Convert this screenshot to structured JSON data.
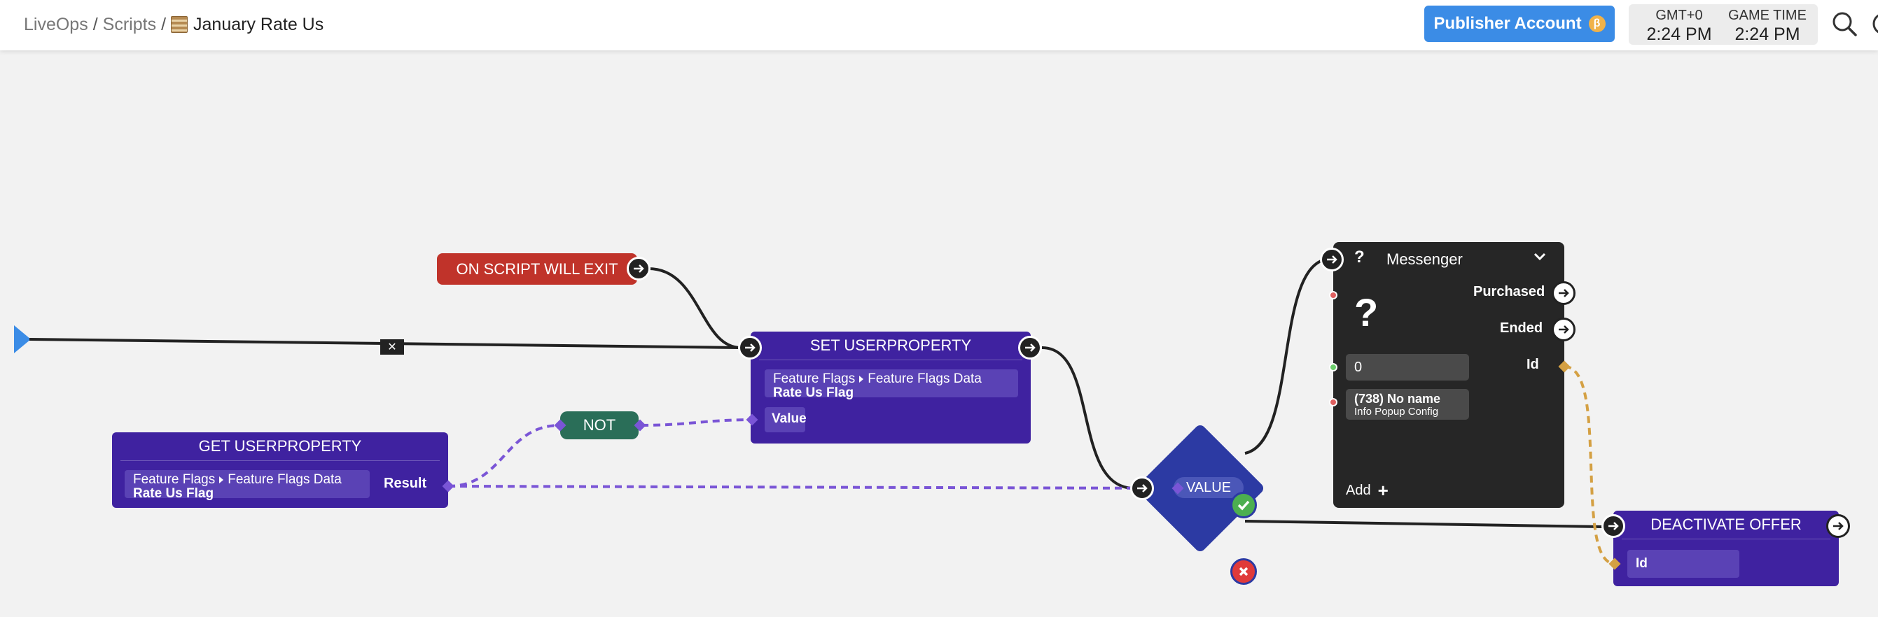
{
  "breadcrumb": {
    "items": [
      "LiveOps",
      "Scripts"
    ],
    "separator": "/",
    "current": "January Rate Us"
  },
  "header": {
    "publisher_label": "Publisher Account",
    "beta_badge": "β",
    "gmt_label": "GMT+0",
    "gmt_time": "2:24 PM",
    "game_label": "GAME TIME",
    "game_time": "2:24 PM"
  },
  "nodes": {
    "on_script_exit": {
      "title": "ON SCRIPT WILL EXIT",
      "color": "#c0332a"
    },
    "set_userproperty": {
      "title": "SET USERPROPERTY",
      "path_a": "Feature Flags",
      "path_b": "Feature Flags Data",
      "field": "Rate Us Flag",
      "value_label": "Value"
    },
    "get_userproperty": {
      "title": "GET USERPROPERTY",
      "path_a": "Feature Flags",
      "path_b": "Feature Flags Data",
      "field": "Rate Us Flag",
      "result_label": "Result"
    },
    "not": {
      "title": "NOT",
      "color": "#2a6e58"
    },
    "branch": {
      "label": "VALUE",
      "color": "#2c3aa3"
    },
    "messenger": {
      "question_mark": "?",
      "title": "Messenger",
      "big_icon": "?",
      "purchased_label": "Purchased",
      "ended_label": "Ended",
      "id_label": "Id",
      "input_value": "0",
      "config_name": "(738) No name",
      "config_type": "Info Popup Config",
      "add_label": "Add",
      "add_icon": "+"
    },
    "deactivate_offer": {
      "title": "DEACTIVATE OFFER",
      "id_label": "Id"
    }
  },
  "edge_cancel_icon": "✕",
  "colors": {
    "node_purple": "#3f22a0",
    "field_purple": "#5a42b5",
    "data_link": "#7a55d6",
    "id_link": "#d4a043",
    "exec_link": "#222222",
    "accent_blue": "#3b8ce6",
    "success": "#4caf50",
    "failure": "#e03a3a"
  }
}
